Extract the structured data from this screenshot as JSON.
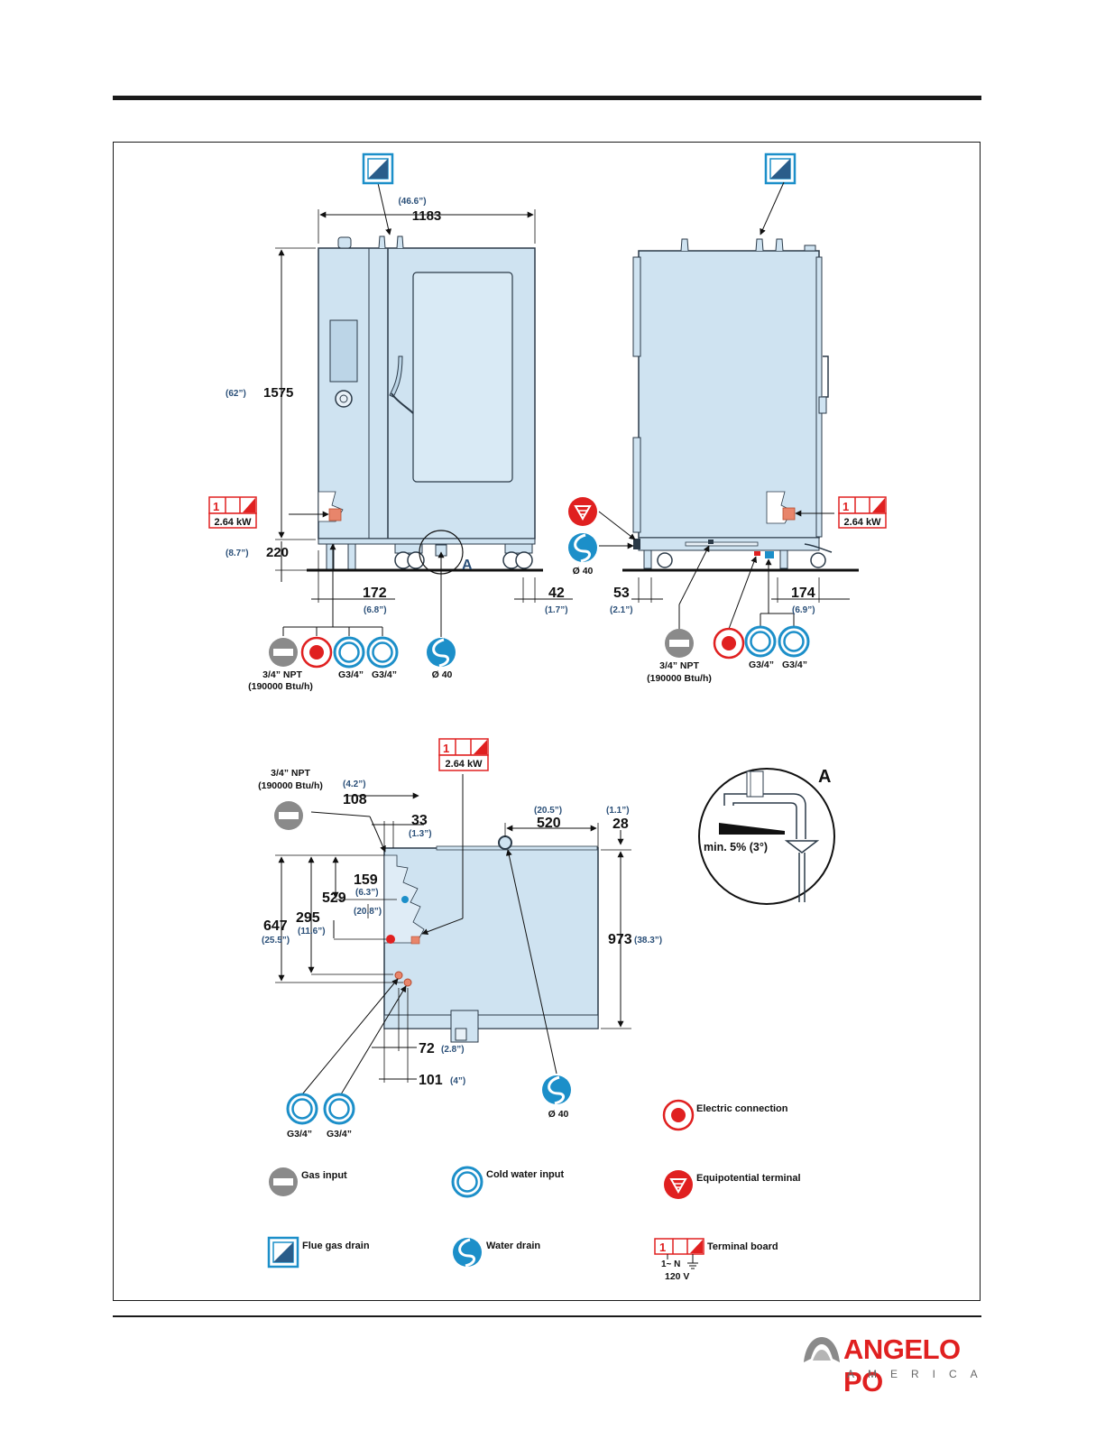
{
  "front_view": {
    "width_mm": "1183",
    "width_in": "(46.6”)",
    "height_mm": "1575",
    "height_in": "(62”)",
    "foot_mm": "220",
    "foot_in": "(8.7”)",
    "left_offset_mm": "172",
    "left_offset_in": "(6.8”)",
    "right_offset_mm": "42",
    "right_offset_in": "(1.7”)",
    "detail_label": "A",
    "terminal_number": "1",
    "terminal_power": "2.64 kW",
    "gas_label_1": "3/4” NPT",
    "gas_label_2": "(190000 Btu/h)",
    "water_1": "G3/4”",
    "water_2": "G3/4”",
    "drain": "Ø 40"
  },
  "side_view": {
    "drain_top": "Ø 40",
    "left_offset_mm": "53",
    "left_offset_in": "(2.1”)",
    "right_offset_mm": "174",
    "right_offset_in": "(6.9”)",
    "terminal_number": "1",
    "terminal_power": "2.64 kW",
    "gas_label_1": "3/4” NPT",
    "gas_label_2": "(190000 Btu/h)",
    "water_1": "G3/4”",
    "water_2": "G3/4”"
  },
  "top_view": {
    "terminal_number": "1",
    "terminal_power": "2.64 kW",
    "gas_label_1": "3/4” NPT",
    "gas_label_2": "(190000 Btu/h)",
    "d108": "108",
    "d108_in": "(4.2”)",
    "d33": "33",
    "d33_in": "(1.3”)",
    "d520": "520",
    "d520_in": "(20.5”)",
    "d28": "28",
    "d28_in": "(1.1”)",
    "d159": "159",
    "d159_in": "(6.3”)",
    "d529": "529",
    "d529_in": "(20.8”)",
    "d295": "295",
    "d295_in": "(11.6”)",
    "d647": "647",
    "d647_in": "(25.5”)",
    "d973": "973",
    "d973_in": "(38.3”)",
    "d72": "72",
    "d72_in": "(2.8”)",
    "d101": "101",
    "d101_in": "(4”)",
    "water_1": "G3/4”",
    "water_2": "G3/4”",
    "drain": "Ø 40"
  },
  "detail_a": {
    "label": "A",
    "slope": "min. 5% (3°)"
  },
  "legend": {
    "electric": "Electric connection",
    "gas": "Gas input",
    "cold_water": "Cold water input",
    "equipotential": "Equipotential terminal",
    "flue": "Flue gas drain",
    "water_drain": "Water drain",
    "terminal": "Terminal board",
    "terminal_number": "1",
    "terminal_phase": "1~ N",
    "terminal_voltage": "120 V"
  },
  "logo": {
    "name": "ANGELO PO",
    "sub": "AMERICA"
  },
  "colors": {
    "body": "#cfe3f1",
    "outline": "#2b3a48",
    "blue": "#1c8fc9",
    "red": "#e02020",
    "dark": "#111111"
  }
}
